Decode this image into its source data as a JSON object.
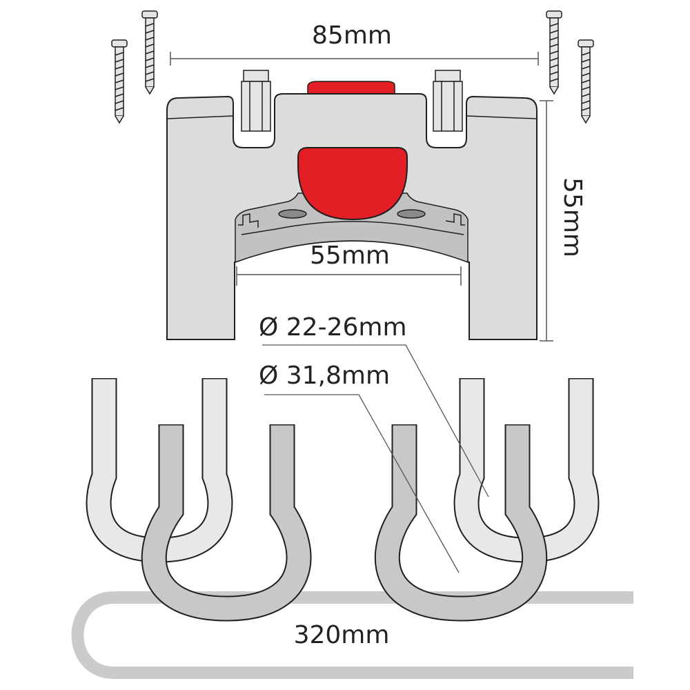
{
  "dimensions": {
    "top_width": "85mm",
    "height": "55mm",
    "inner_width": "55mm",
    "diameter_small": "Ø 22-26mm",
    "diameter_large": "Ø 31,8mm",
    "strap_length": "320mm"
  },
  "colors": {
    "accent_red": "#e31e24",
    "body_gray": "#dcdcdc",
    "dark_gray": "#c2c2c2",
    "light_clip": "#e8e8e8",
    "strap": "#cbcbcb",
    "outline": "#1e1e1e"
  }
}
